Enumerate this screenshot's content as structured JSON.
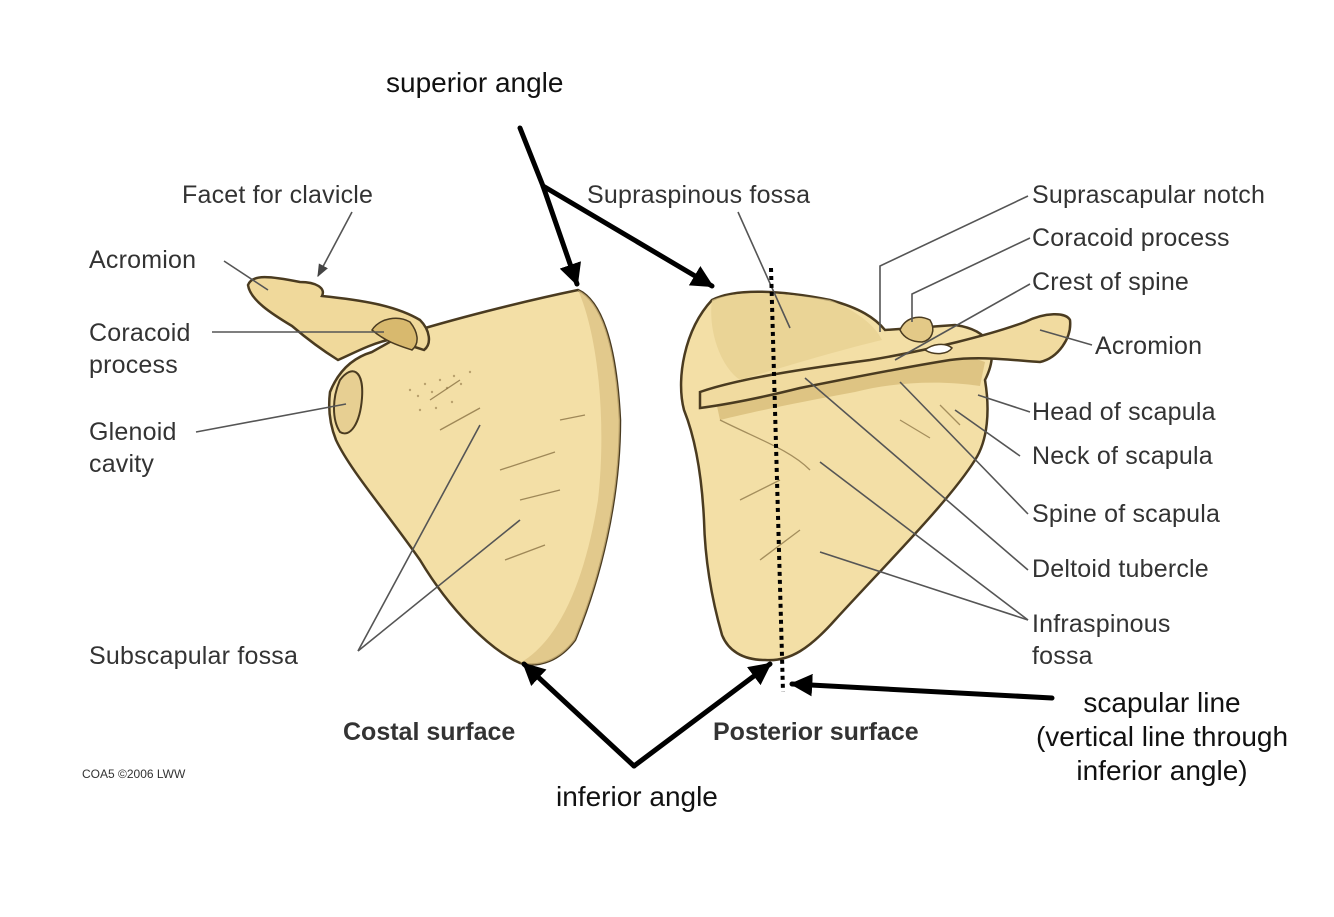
{
  "annotations": {
    "superior_angle": "superior angle",
    "inferior_angle": "inferior angle",
    "scapular_line_1": "scapular line",
    "scapular_line_2": "(vertical line through",
    "scapular_line_3": "inferior angle)"
  },
  "costal": {
    "caption": "Costal surface",
    "facet_for_clavicle": "Facet for clavicle",
    "acromion": "Acromion",
    "coracoid_1": "Coracoid",
    "coracoid_2": "process",
    "glenoid_1": "Glenoid",
    "glenoid_2": "cavity",
    "subscapular_fossa": "Subscapular fossa"
  },
  "posterior": {
    "caption": "Posterior surface",
    "supraspinous_fossa": "Supraspinous fossa",
    "suprascapular_notch": "Suprascapular notch",
    "coracoid_process": "Coracoid process",
    "crest_of_spine": "Crest of spine",
    "acromion": "Acromion",
    "head_of_scapula": "Head of scapula",
    "neck_of_scapula": "Neck of scapula",
    "spine_of_scapula": "Spine of scapula",
    "deltoid_tubercle": "Deltoid tubercle",
    "infraspinous_1": "Infraspinous",
    "infraspinous_2": "fossa"
  },
  "copyright": "COA5 ©2006 LWW",
  "colors": {
    "bone_fill": "#f3dfa6",
    "bone_shadow": "#d9bf7c",
    "bone_outline": "#5a4a2a",
    "leader": "#555555",
    "arrow": "#000000"
  }
}
